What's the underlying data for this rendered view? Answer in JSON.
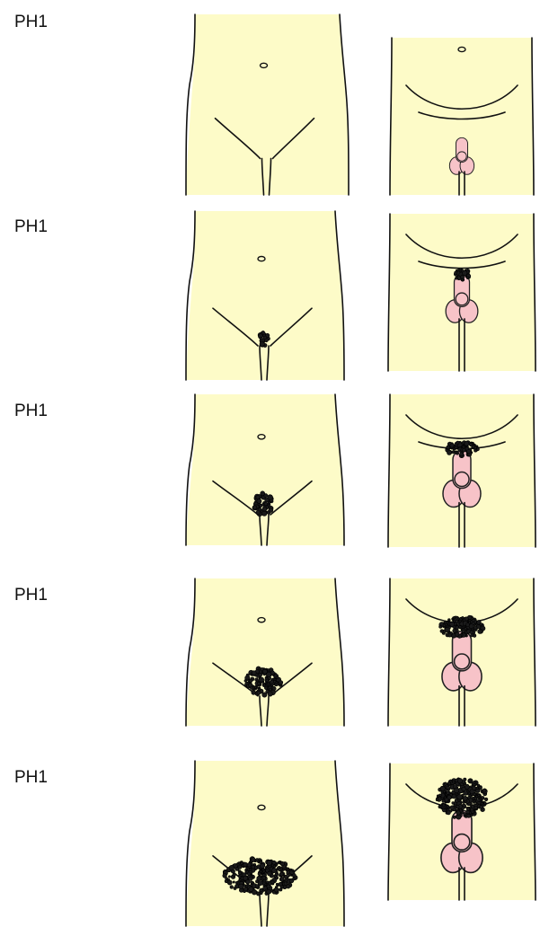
{
  "stages": [
    {
      "label": "PH1",
      "hair_level": 0
    },
    {
      "label": "PH1",
      "hair_level": 1
    },
    {
      "label": "PH1",
      "hair_level": 2
    },
    {
      "label": "PH1",
      "hair_level": 3
    },
    {
      "label": "PH1",
      "hair_level": 4
    }
  ]
}
